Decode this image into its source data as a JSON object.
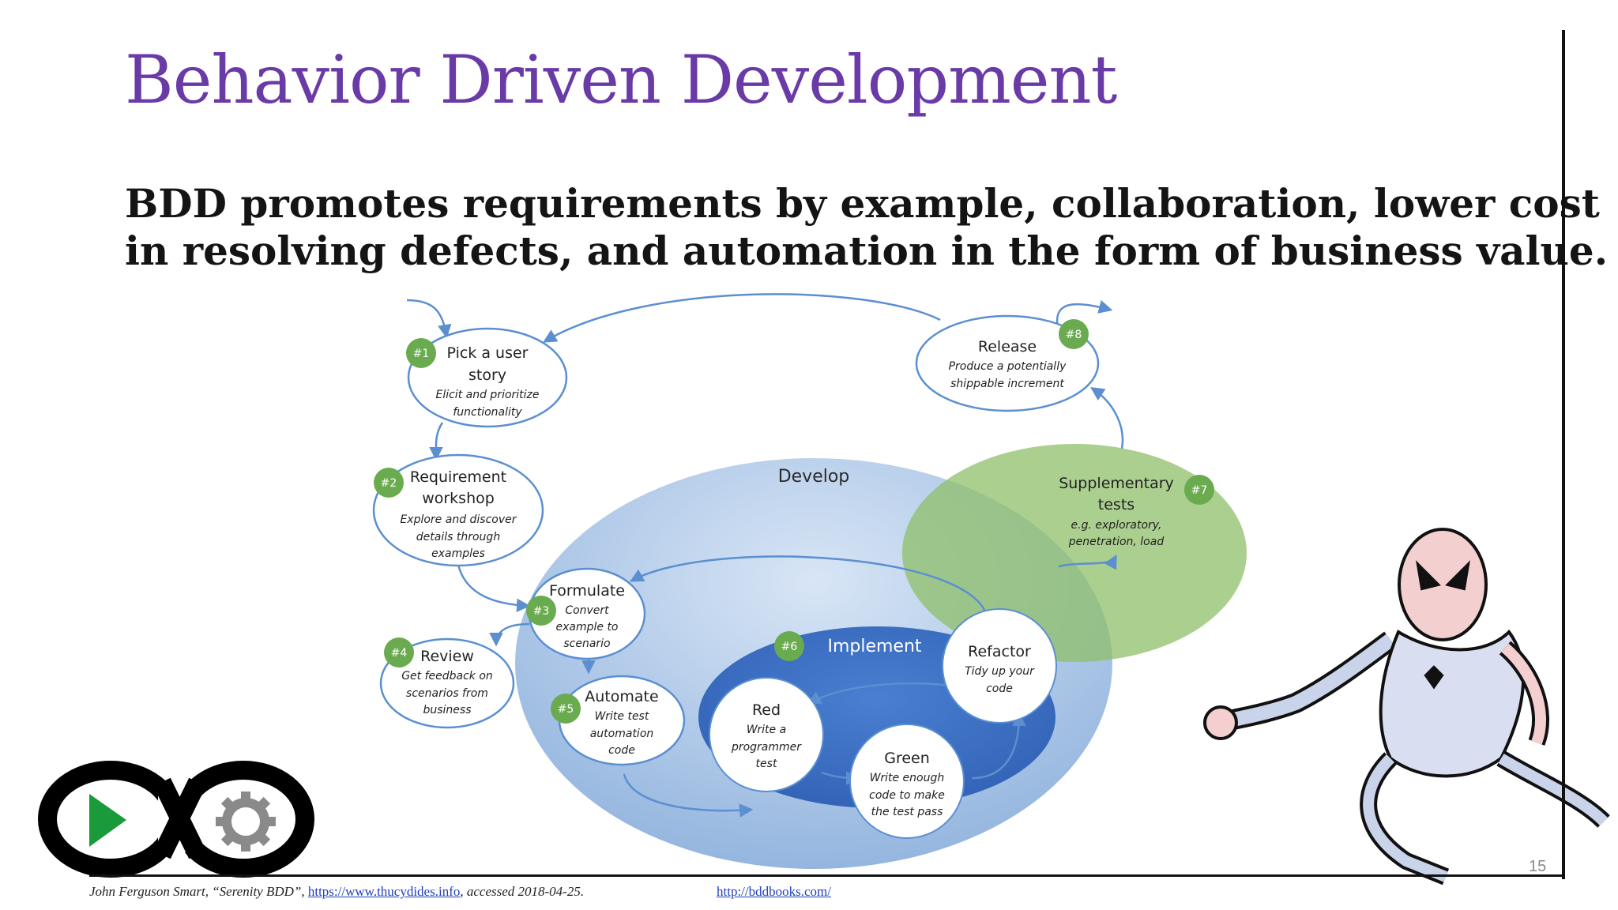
{
  "slide": {
    "title": "Behavior Driven Development",
    "subtitle_line1": "BDD promotes requirements by example, collaboration, lower cost",
    "subtitle_line2": "in resolving defects, and automation in the form of business value.",
    "page_number": "15"
  },
  "footer": {
    "citation_prefix": "John Ferguson Smart, “Serenity BDD”, ",
    "citation_link": "https://www.thucydides.info",
    "citation_suffix": ", accessed 2018-04-25.",
    "link": "http://bddbooks.com/"
  },
  "diagram": {
    "develop": "Develop",
    "implement": "Implement",
    "steps": [
      {
        "badge": "#1",
        "title1": "Pick a user",
        "title2": "story",
        "desc1": "Elicit and prioritize",
        "desc2": "functionality"
      },
      {
        "badge": "#2",
        "title1": "Requirement",
        "title2": "workshop",
        "desc1": "Explore and discover",
        "desc2": "details through",
        "desc3": "examples"
      },
      {
        "badge": "#3",
        "title1": "Formulate",
        "desc1": "Convert",
        "desc2": "example to",
        "desc3": "scenario"
      },
      {
        "badge": "#4",
        "title1": "Review",
        "desc1": "Get feedback on",
        "desc2": "scenarios from",
        "desc3": "business"
      },
      {
        "badge": "#5",
        "title1": "Automate",
        "desc1": "Write test",
        "desc2": "automation",
        "desc3": "code"
      },
      {
        "badge": "#6"
      },
      {
        "badge": "#7",
        "title1": "Supplementary",
        "title2": "tests",
        "desc1": "e.g. exploratory,",
        "desc2": "penetration, load"
      },
      {
        "badge": "#8",
        "title1": "Release",
        "desc1": "Produce a potentially",
        "desc2": "shippable increment"
      }
    ],
    "red": {
      "title": "Red",
      "desc1": "Write a",
      "desc2": "programmer",
      "desc3": "test"
    },
    "green": {
      "title": "Green",
      "desc1": "Write enough",
      "desc2": "code to make",
      "desc3": "the test pass"
    },
    "refactor": {
      "title": "Refactor",
      "desc1": "Tidy up your",
      "desc2": "code"
    }
  },
  "colors": {
    "title": "#6a3aa7",
    "badge_green": "#6aab4f",
    "develop_blue": "#a9c6e8",
    "implement_blue": "#3d6fc4",
    "supplementary_green": "#8fbf6a",
    "arrow_blue": "#5b8fd0"
  },
  "icons": [
    "bdd-infinity-logo-icon",
    "play-icon",
    "gear-icon",
    "spiderman-illustration"
  ]
}
